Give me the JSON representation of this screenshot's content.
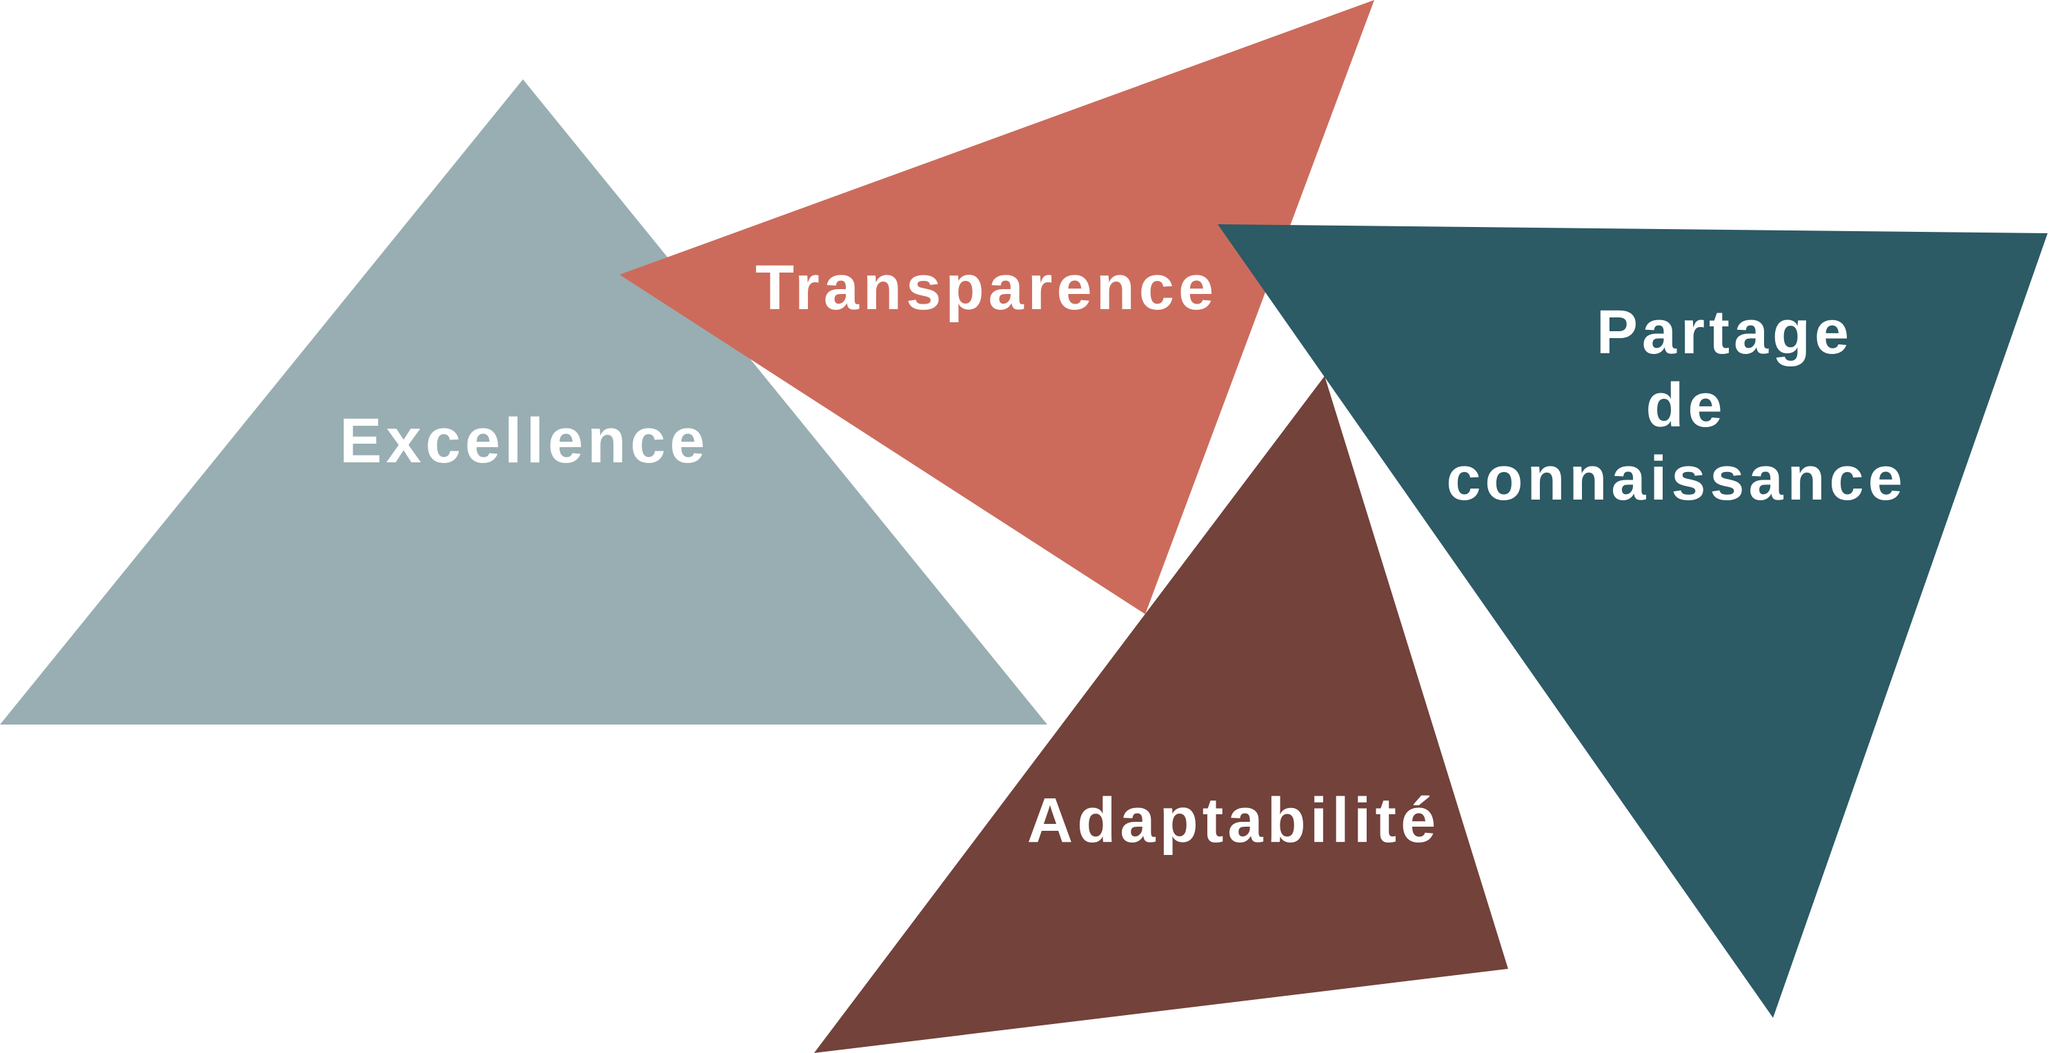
{
  "diagram": {
    "shapes": [
      {
        "id": "excellence",
        "label": "Excellence",
        "color": "#98aeb2"
      },
      {
        "id": "transparence",
        "label": "Transparence",
        "color": "#cc6b5c"
      },
      {
        "id": "adaptabilite",
        "label": "Adaptabilité",
        "color": "#72423b"
      },
      {
        "id": "partage",
        "label_lines": [
          "Partage",
          "de",
          "connaissance"
        ],
        "color": "#2c5a65"
      }
    ]
  }
}
